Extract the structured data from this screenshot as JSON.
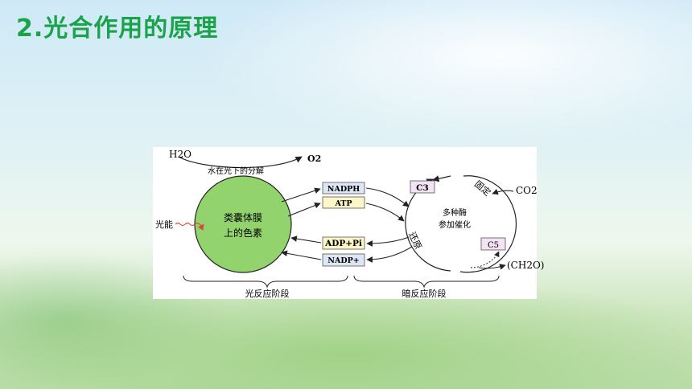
{
  "slide": {
    "title": "2.光合作用的原理"
  },
  "diagram": {
    "h2o": "H2O",
    "water_split": "水在光下的分解",
    "o2": "O2",
    "light_energy": "光能",
    "pigment_line1": "类囊体膜",
    "pigment_line2": "上的色素",
    "nadph": "NADPH",
    "atp": "ATP",
    "adp_pi": "ADP+Pi",
    "nadp_plus": "NADP+",
    "c3": "C3",
    "c5": "C5",
    "co2": "CO2",
    "fixation": "固定",
    "reduction": "还原",
    "enzyme_line1": "多种酶",
    "enzyme_line2": "参加催化",
    "ch2o": "(CH2O)",
    "light_stage": "光反应阶段",
    "dark_stage": "暗反应阶段",
    "colors": {
      "title": "#1aa34a",
      "pigment_fill": "#92d36e",
      "box_blue": "#dce6f5",
      "box_yellow": "#fdf6c7",
      "box_pink": "#f3e3f5",
      "light_arrow": "#d9473a"
    }
  }
}
